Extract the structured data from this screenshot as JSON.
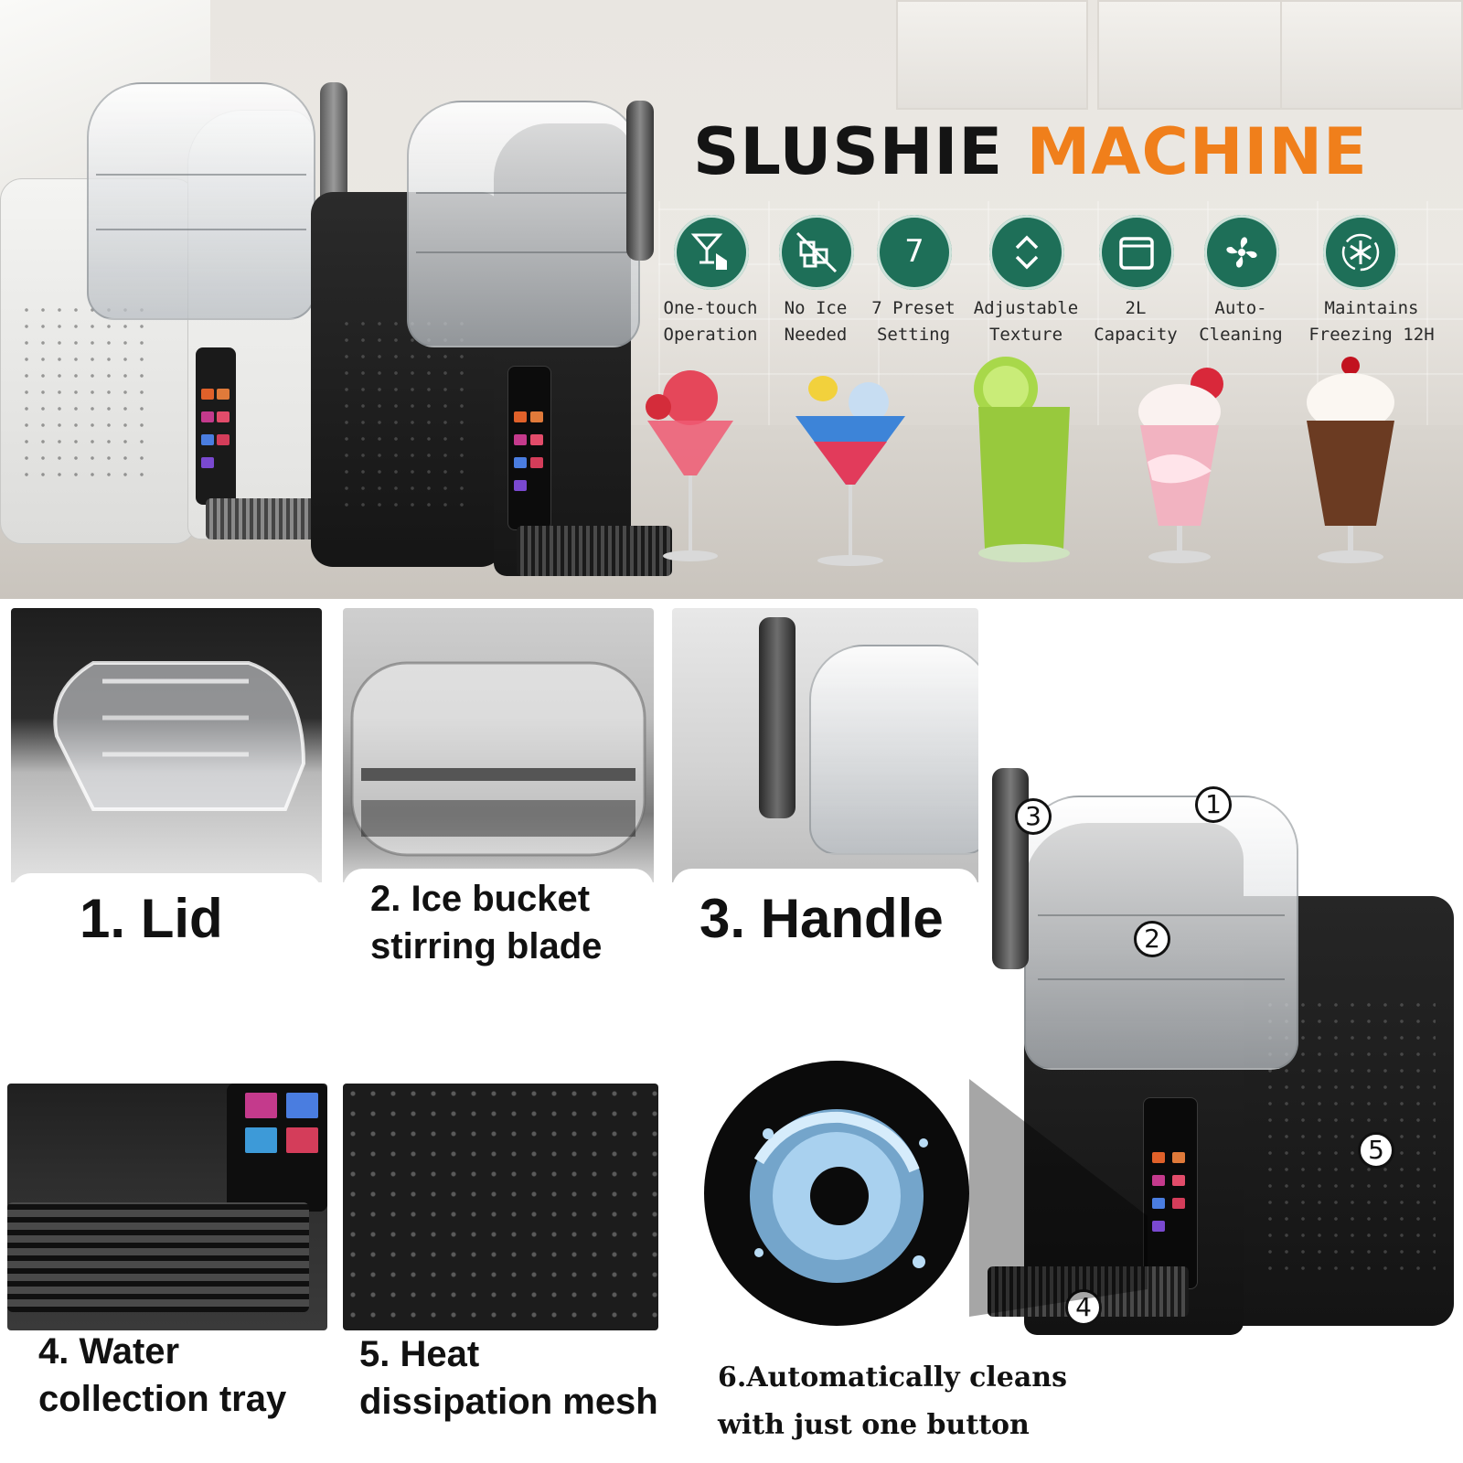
{
  "hero": {
    "title_part1": "SLUSHIE",
    "title_part2": "MACHINE",
    "title_color_dark": "#141414",
    "title_color_accent": "#f07f1b",
    "icon_color": "#1e6f58",
    "features": [
      {
        "line1": "One-touch",
        "line2": "Operation",
        "icon": "touch-cocktail-icon"
      },
      {
        "line1": "No Ice",
        "line2": "Needed",
        "icon": "no-ice-icon"
      },
      {
        "line1": "7 Preset",
        "line2": "Setting",
        "icon": "number-seven-icon",
        "badge": "7"
      },
      {
        "line1": "Adjustable",
        "line2": "Texture",
        "icon": "chevron-up-down-icon"
      },
      {
        "line1": "2L",
        "line2": "Capacity",
        "icon": "container-icon"
      },
      {
        "line1": "Auto-",
        "line2": "Cleaning",
        "icon": "fan-icon"
      },
      {
        "line1": "Maintains",
        "line2": "Freezing 12H",
        "icon": "snowflake-cycle-icon"
      }
    ]
  },
  "parts": {
    "lid": "1. Lid",
    "blade_line1": "2. Ice bucket",
    "blade_line2": "stirring blade",
    "handle": "3. Handle",
    "tray_line1": "4. Water",
    "tray_line2": "collection tray",
    "mesh_line1": "5. Heat",
    "mesh_line2": "dissipation mesh",
    "clean_line1": "6.Automatically cleans",
    "clean_line2": "with just one button"
  },
  "callouts": [
    "1",
    "2",
    "3",
    "4",
    "5"
  ]
}
